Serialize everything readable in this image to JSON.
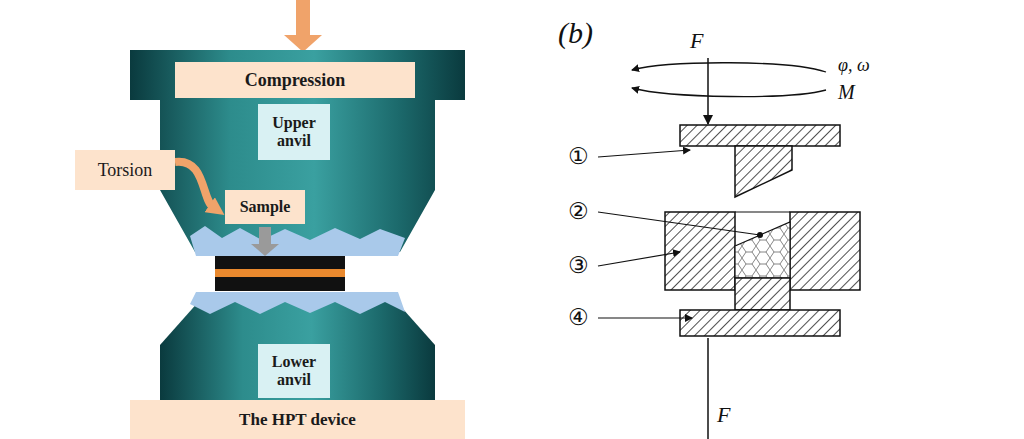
{
  "diagram": {
    "nodes": [
      {
        "text": [
          "Compression"
        ]
      },
      {
        "text": [
          "Upper anvil"
        ]
      },
      {
        "text": [
          "Torsion"
        ]
      },
      {
        "text": [
          "Sample"
        ]
      },
      {
        "text": [
          "Lower anvil"
        ]
      },
      {
        "text": [
          "The HPT device"
        ]
      }
    ],
    "edges": [
      {
        "from": 2,
        "to": 3,
        "arrow": "to"
      }
    ],
    "labels": [
      "(b)",
      "F",
      "φ, ω",
      "M",
      "①",
      "②",
      "③",
      "④",
      "F"
    ]
  }
}
